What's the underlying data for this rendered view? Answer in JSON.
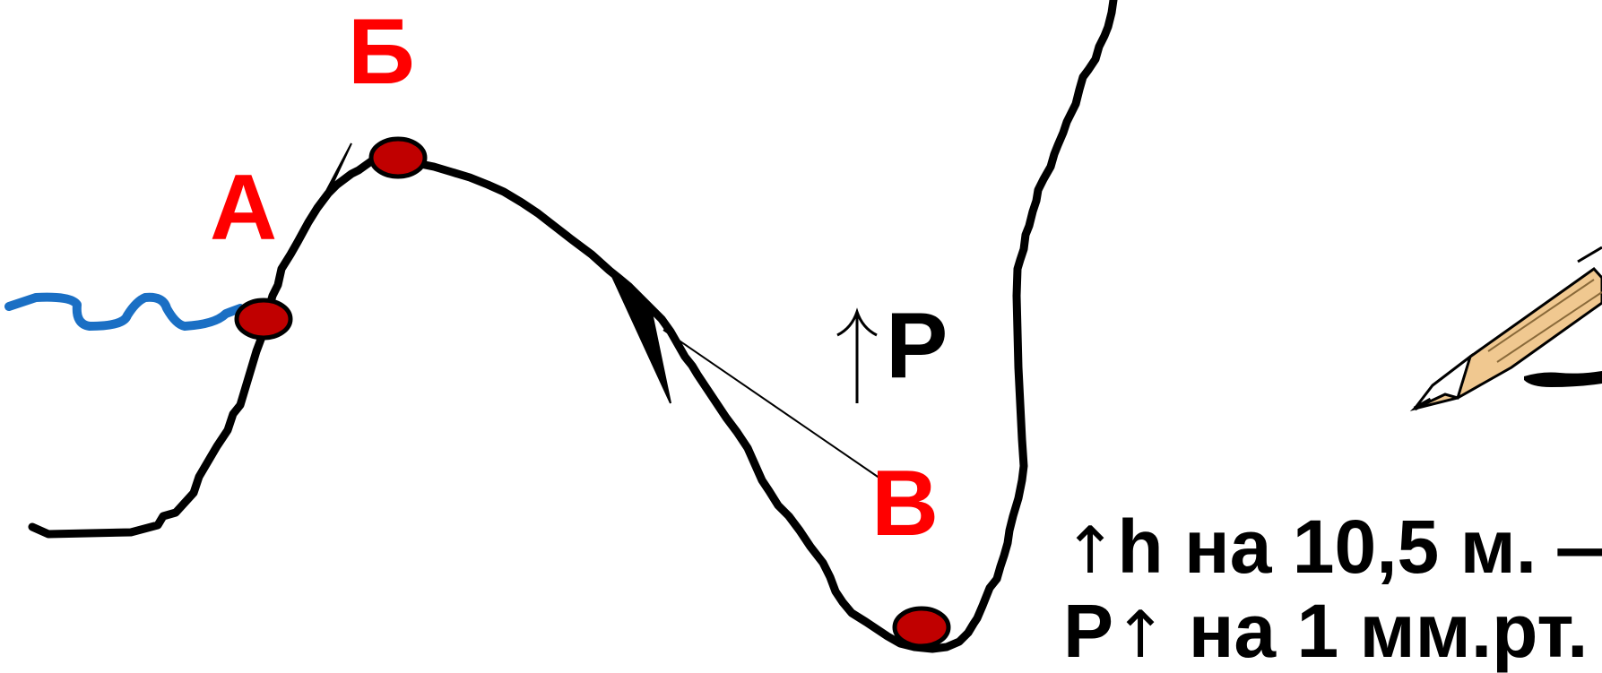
{
  "labels": {
    "point_a": "А",
    "point_b": "Б",
    "point_v": "В"
  },
  "pressure": {
    "arrow": "↑",
    "symbol": "Р"
  },
  "rule": {
    "line1_arrow": "↑",
    "line1_text": "h  на 10,5 м. —",
    "line2_symbol": "Р",
    "line2_arrow": "↑",
    "line2_text": " на 1 мм.рт."
  },
  "colors": {
    "terrain": "#000000",
    "river": "#1a6fc4",
    "point_fill": "#c00000",
    "label": "#ff0000"
  },
  "icons": [
    "pen-icon"
  ]
}
